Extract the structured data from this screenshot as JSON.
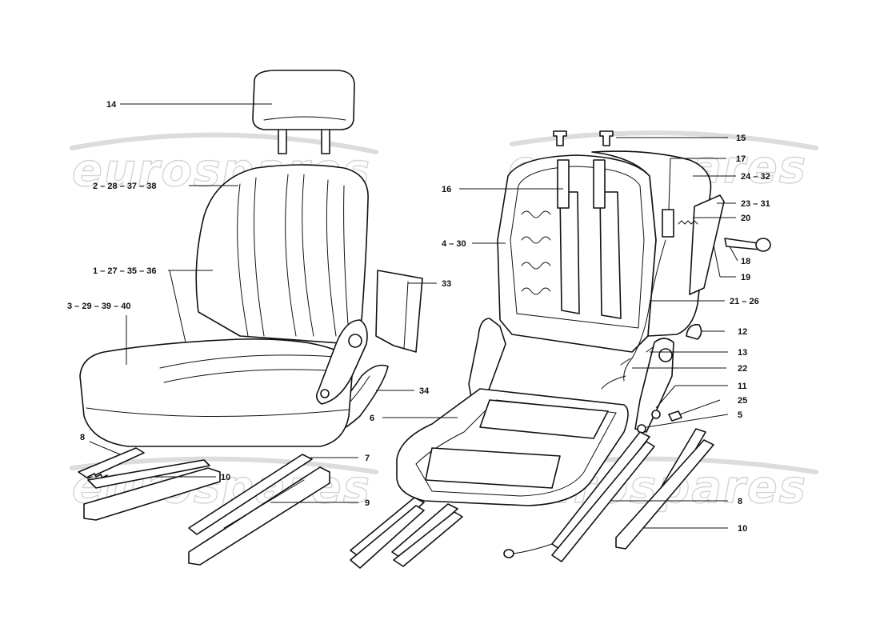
{
  "watermark": {
    "text": "eurospares",
    "color": "#d4d4d4"
  },
  "callouts": [
    {
      "id": "c14",
      "text": "14"
    },
    {
      "id": "c2",
      "text": "2 – 28 – 37 – 38"
    },
    {
      "id": "c1",
      "text": "1 – 27 – 35 – 36"
    },
    {
      "id": "c3",
      "text": "3 – 29 – 39 – 40"
    },
    {
      "id": "c33",
      "text": "33"
    },
    {
      "id": "c34",
      "text": "34"
    },
    {
      "id": "c8a",
      "text": "8"
    },
    {
      "id": "c10a",
      "text": "10"
    },
    {
      "id": "c7",
      "text": "7"
    },
    {
      "id": "c9",
      "text": "9"
    },
    {
      "id": "c15",
      "text": "15"
    },
    {
      "id": "c17",
      "text": "17"
    },
    {
      "id": "c24",
      "text": "24 – 32"
    },
    {
      "id": "c16",
      "text": "16"
    },
    {
      "id": "c23",
      "text": "23 – 31"
    },
    {
      "id": "c20",
      "text": "20"
    },
    {
      "id": "c4",
      "text": "4 – 30"
    },
    {
      "id": "c18",
      "text": "18"
    },
    {
      "id": "c19",
      "text": "19"
    },
    {
      "id": "c21",
      "text": "21 – 26"
    },
    {
      "id": "c12",
      "text": "12"
    },
    {
      "id": "c13",
      "text": "13"
    },
    {
      "id": "c22",
      "text": "22"
    },
    {
      "id": "c11",
      "text": "11"
    },
    {
      "id": "c25",
      "text": "25"
    },
    {
      "id": "c6",
      "text": "6"
    },
    {
      "id": "c5",
      "text": "5"
    },
    {
      "id": "c8b",
      "text": "8"
    },
    {
      "id": "c10b",
      "text": "10"
    }
  ]
}
